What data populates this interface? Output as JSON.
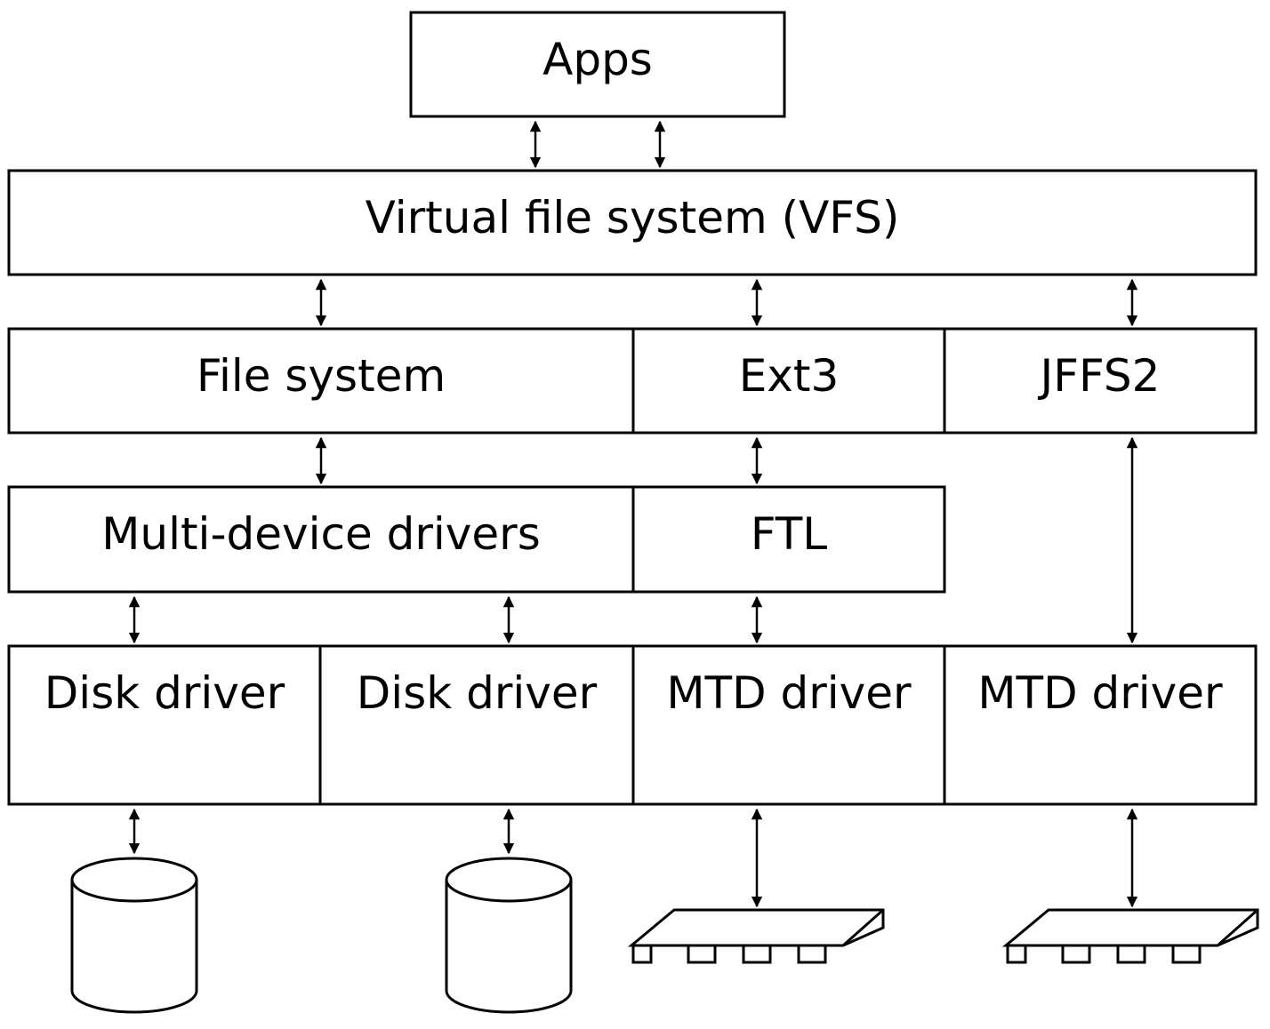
{
  "boxes": {
    "apps": "Apps",
    "vfs": "Virtual file system (VFS)",
    "file_system": "File system",
    "ext3": "Ext3",
    "jffs2": "JFFS2",
    "multi_device_drivers": "Multi-device drivers",
    "ftl": "FTL",
    "disk_driver_1": "Disk driver",
    "disk_driver_2": "Disk driver",
    "mtd_driver_1": "MTD driver",
    "mtd_driver_2": "MTD driver"
  },
  "devices": {
    "disk_1": "disk-cylinder-icon",
    "disk_2": "disk-cylinder-icon",
    "flash_1": "flash-chip-icon",
    "flash_2": "flash-chip-icon"
  },
  "colors": {
    "stroke": "#000000",
    "fill": "#ffffff"
  }
}
